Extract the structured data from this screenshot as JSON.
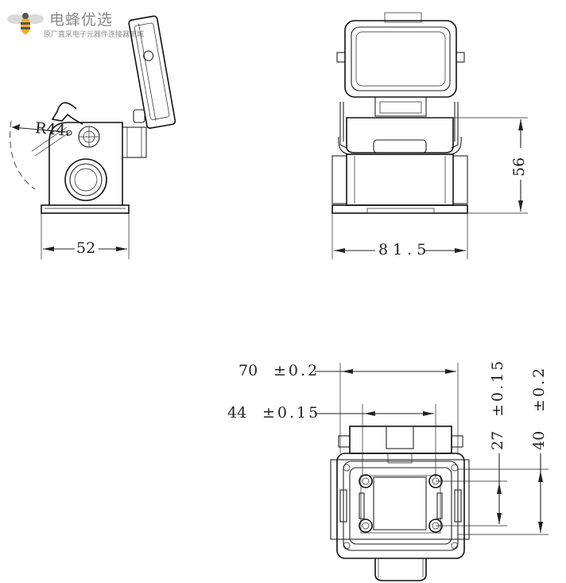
{
  "brand": {
    "name": "电蜂优选",
    "tagline": "原厂直采电子元器件连接器商城"
  },
  "dimensions": {
    "side_width": "52",
    "radius": "R44.",
    "front_width": "81.5",
    "front_height": "56",
    "top_outer_width": "70",
    "top_outer_tol": "±0.2",
    "top_inner_width": "44",
    "top_inner_tol": "±0.15",
    "top_inner_height": "27",
    "top_inner_height_tol": "±0.15",
    "top_outer_height": "40",
    "top_outer_height_tol": "±0.2"
  }
}
